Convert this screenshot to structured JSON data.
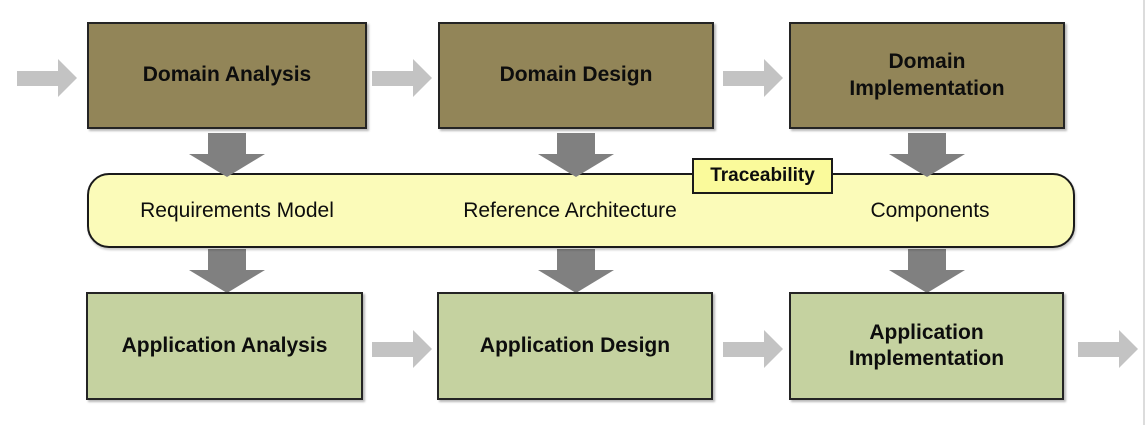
{
  "colors": {
    "domain_box_fill": "#928558",
    "application_box_fill": "#C5D2A0",
    "band_fill": "#FBFBB9",
    "traceability_tag_fill": "#FAFA9B",
    "flow_arrow_gray": "#C3C3C3",
    "transition_arrow_gray": "#808080",
    "box_border": "#242424"
  },
  "domain_row": [
    {
      "label": "Domain Analysis"
    },
    {
      "label": "Domain Design"
    },
    {
      "label": "Domain\nImplementation"
    }
  ],
  "artifact_band": {
    "tag": "Traceability",
    "items": [
      {
        "label": "Requirements Model"
      },
      {
        "label": "Reference Architecture"
      },
      {
        "label": "Components"
      }
    ]
  },
  "application_row": [
    {
      "label": "Application Analysis"
    },
    {
      "label": "Application Design"
    },
    {
      "label": "Application\nImplementation"
    }
  ]
}
